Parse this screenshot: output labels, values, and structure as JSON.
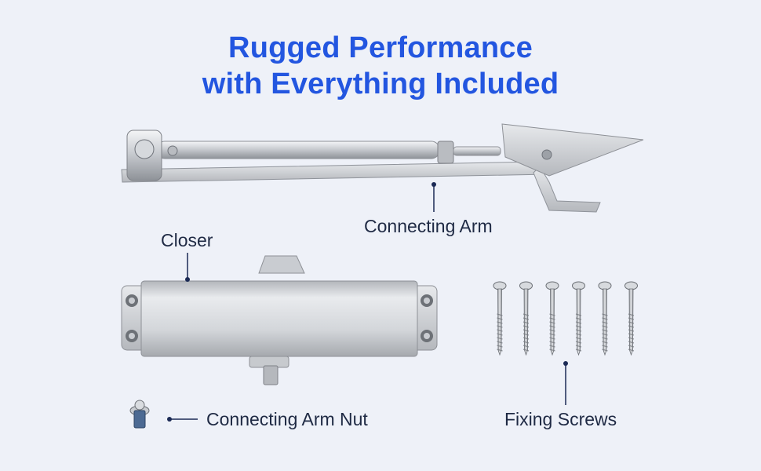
{
  "heading": {
    "line1": "Rugged Performance",
    "line2": "with Everything Included"
  },
  "labels": {
    "connecting_arm": "Connecting Arm",
    "closer": "Closer",
    "connecting_arm_nut": "Connecting Arm Nut",
    "fixing_screws": "Fixing Screws"
  },
  "colors": {
    "background": "#eef1f8",
    "heading": "#2356e0",
    "label_text": "#1f2a44",
    "marker": "#1b2a55"
  },
  "screw_count": 6
}
